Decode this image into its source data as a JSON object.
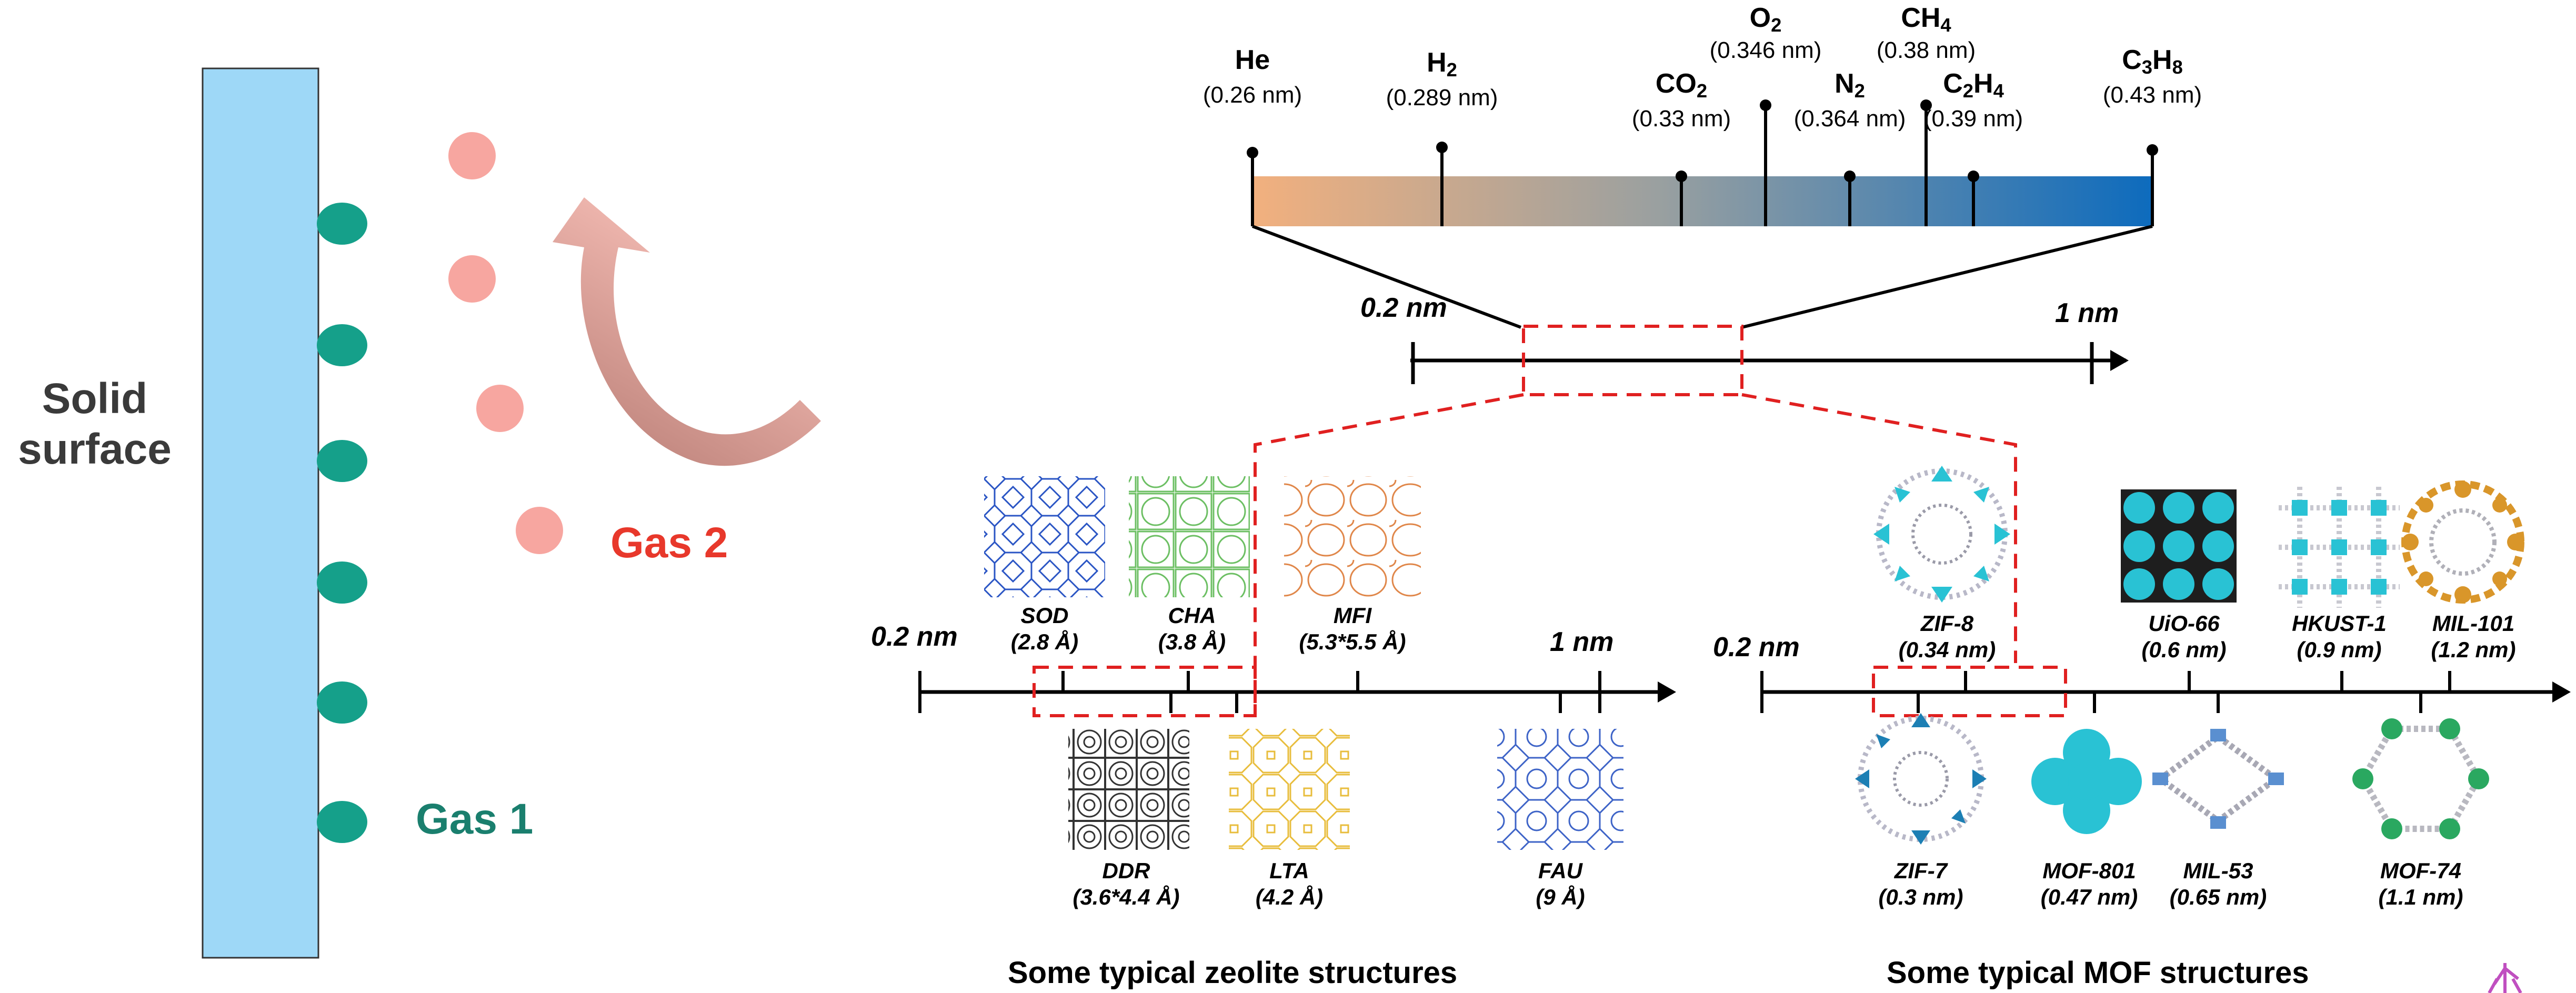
{
  "left_panel": {
    "surface_label_line1": "Solid",
    "surface_label_line2": "surface",
    "gas1_label": "Gas 1",
    "gas2_label": "Gas 2",
    "colors": {
      "surface": "#9ed8f7",
      "gas1": "#15a08a",
      "gas2": "#f7a6a0",
      "gas2_text": "#e8382b",
      "gas1_text": "#1a7f6e"
    }
  },
  "gas_scale": {
    "gases": [
      {
        "formula": "He",
        "base": "He",
        "size": "(0.26 nm)"
      },
      {
        "formula": "H2",
        "base": "H",
        "sub": "2",
        "size": "(0.289 nm)"
      },
      {
        "formula": "CO2",
        "base": "CO",
        "sub": "2",
        "size": "(0.33 nm)"
      },
      {
        "formula": "O2",
        "base": "O",
        "sub": "2",
        "size": "(0.346 nm)"
      },
      {
        "formula": "N2",
        "base": "N",
        "sub": "2",
        "size": "(0.364 nm)"
      },
      {
        "formula": "CH4",
        "base": "CH",
        "sub": "4",
        "size": "(0.38 nm)"
      },
      {
        "formula": "C2H4",
        "base": "C",
        "sub": "2",
        "base2": "H",
        "sub2": "4",
        "size": "(0.39 nm)"
      },
      {
        "formula": "C3H8",
        "base": "C",
        "sub": "3",
        "base2": "H",
        "sub2": "8",
        "size": "(0.43 nm)"
      }
    ],
    "gradient_start": "#f2b07e",
    "gradient_end": "#0d6bbd"
  },
  "main_scale": {
    "start_label": "0.2 nm",
    "end_label": "1 nm"
  },
  "zeolite_scale": {
    "start_label": "0.2 nm",
    "end_label": "1 nm",
    "caption": "Some typical zeolite structures",
    "above": [
      {
        "name": "SOD",
        "size": "(2.8 Å)"
      },
      {
        "name": "CHA",
        "size": "(3.8 Å)"
      },
      {
        "name": "MFI",
        "size": "(5.3*5.5 Å)"
      }
    ],
    "below": [
      {
        "name": "DDR",
        "size": "(3.6*4.4 Å)"
      },
      {
        "name": "LTA",
        "size": "(4.2 Å)"
      },
      {
        "name": "FAU",
        "size": "(9 Å)"
      }
    ]
  },
  "mof_scale": {
    "start_label": "0.2 nm",
    "caption": "Some typical MOF structures",
    "above": [
      {
        "name": "ZIF-8",
        "size": "(0.34 nm)"
      },
      {
        "name": "UiO-66",
        "size": "(0.6 nm)"
      },
      {
        "name": "HKUST-1",
        "size": "(0.9 nm)"
      },
      {
        "name": "MIL-101",
        "size": "(1.2 nm)"
      }
    ],
    "below": [
      {
        "name": "ZIF-7",
        "size": "(0.3 nm)"
      },
      {
        "name": "MOF-801",
        "size": "(0.47 nm)"
      },
      {
        "name": "MIL-53",
        "size": "(0.65 nm)"
      },
      {
        "name": "MOF-74",
        "size": "(1.1 nm)"
      }
    ]
  },
  "accent_colors": {
    "highlight_box": "#e02020",
    "sod": "#2a55c4",
    "cha": "#6cbf63",
    "mfi": "#e0874a",
    "ddr": "#333333",
    "lta": "#e8bd3c",
    "fau": "#3d63c7",
    "mof_cyan": "#29c2d4",
    "mof_orange": "#d9962a",
    "mof_green": "#2aa860"
  }
}
